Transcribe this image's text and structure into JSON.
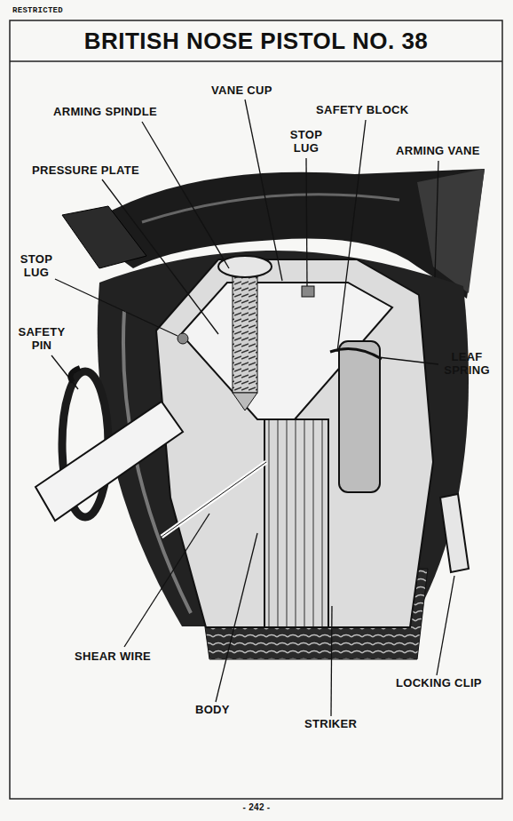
{
  "diagram": {
    "title": "BRITISH NOSE PISTOL NO. 38",
    "labels": [
      "RESTRICTED",
      "ARMING SPINDLE",
      "VANE CUP",
      "SAFETY BLOCK",
      "STOP LUG",
      "ARMING VANE",
      "PRESSURE PLATE",
      "STOP LUG",
      "SAFETY PIN",
      "LEAF SPRING",
      "SHEAR WIRE",
      "BODY",
      "STRIKER",
      "LOCKING CLIP",
      "- 242 -"
    ]
  }
}
